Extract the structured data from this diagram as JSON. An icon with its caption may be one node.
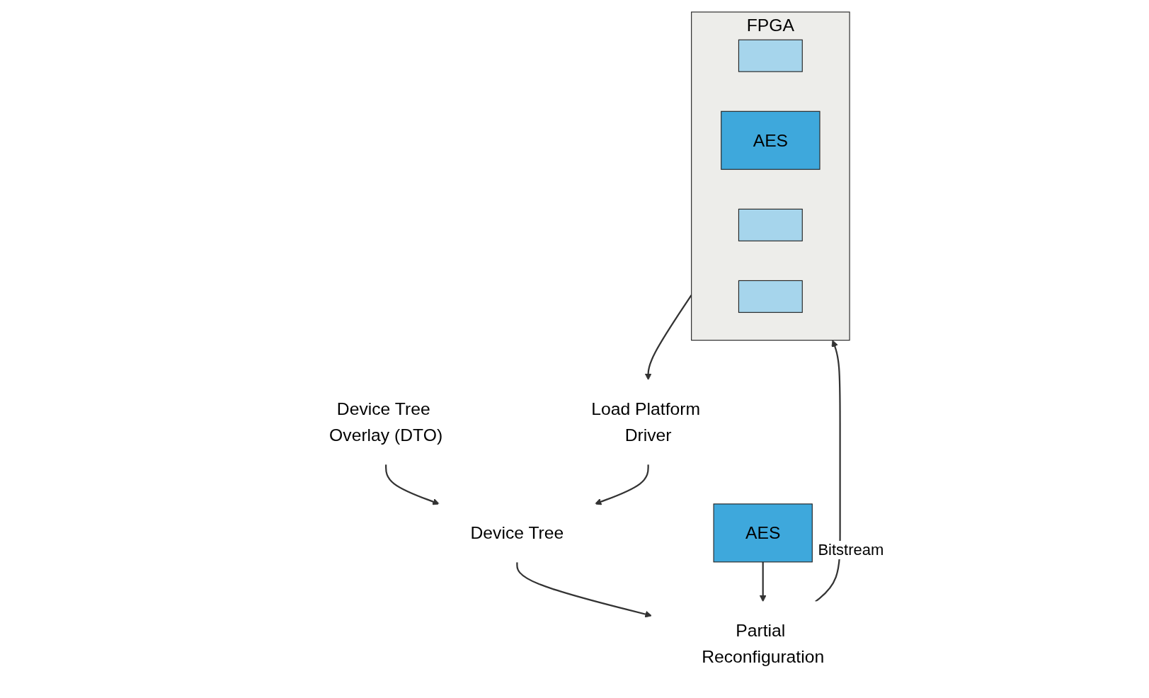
{
  "diagram": {
    "nodes": [
      {
        "text": [
          "Device Tree Overlay (DTO)"
        ]
      },
      {
        "text": [
          "Device Tree"
        ]
      },
      {
        "text": [
          "AES"
        ],
        "beside": [
          "Bitstream"
        ]
      },
      {
        "text": [
          "Partial Reconfiguration"
        ]
      },
      {
        "text": [
          "FPGA"
        ]
      },
      {
        "text": [],
        "shape": "box",
        "in": 4
      },
      {
        "text": [
          "AES"
        ],
        "in": 4
      },
      {
        "text": [],
        "shape": "box",
        "in": 4
      },
      {
        "text": [],
        "shape": "box",
        "in": 4
      },
      {
        "text": [
          "Load Platform Driver"
        ]
      }
    ],
    "edges": [
      {
        "from": 0,
        "to": 1,
        "arrow": "to"
      },
      {
        "from": 9,
        "to": 1,
        "arrow": "to"
      },
      {
        "from": 1,
        "to": 3,
        "arrow": "to"
      },
      {
        "from": 2,
        "to": 3,
        "arrow": "to"
      },
      {
        "from": 3,
        "to": 4,
        "arrow": "to"
      },
      {
        "from": 4,
        "to": 9,
        "arrow": "to"
      }
    ]
  }
}
